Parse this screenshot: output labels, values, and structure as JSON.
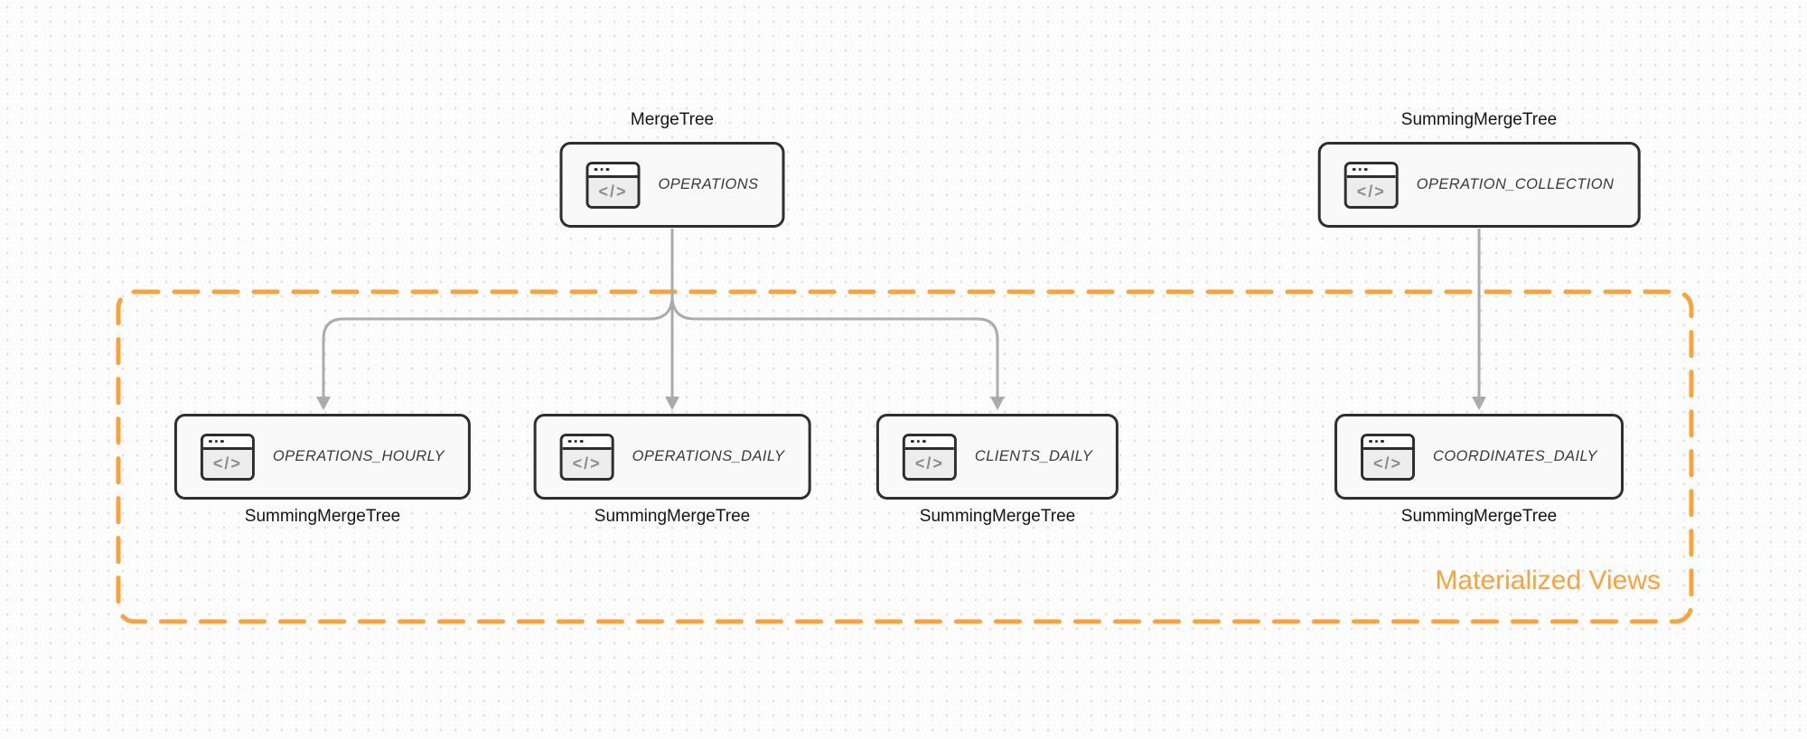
{
  "diagram": {
    "group_label": "Materialized Views",
    "icon_glyph": "</>",
    "nodes": [
      {
        "name": "OPERATIONS",
        "engine": "MergeTree",
        "engine_position": "above",
        "icon": "code-window"
      },
      {
        "name": "OPERATION_COLLECTION",
        "engine": "SummingMergeTree",
        "engine_position": "above",
        "icon": "code-window"
      },
      {
        "name": "OPERATIONS_HOURLY",
        "engine": "SummingMergeTree",
        "engine_position": "below",
        "icon": "code-window"
      },
      {
        "name": "OPERATIONS_DAILY",
        "engine": "SummingMergeTree",
        "engine_position": "below",
        "icon": "code-window"
      },
      {
        "name": "CLIENTS_DAILY",
        "engine": "SummingMergeTree",
        "engine_position": "below",
        "icon": "code-window"
      },
      {
        "name": "COORDINATES_DAILY",
        "engine": "SummingMergeTree",
        "engine_position": "below",
        "icon": "code-window"
      }
    ],
    "edges": [
      {
        "from": "OPERATIONS",
        "to": "OPERATIONS_HOURLY"
      },
      {
        "from": "OPERATIONS",
        "to": "OPERATIONS_DAILY"
      },
      {
        "from": "OPERATIONS",
        "to": "CLIENTS_DAILY"
      },
      {
        "from": "OPERATION_COLLECTION",
        "to": "COORDINATES_DAILY"
      }
    ],
    "colors": {
      "accent_orange": "#F8A33C",
      "arrow_gray": "#ABABAB",
      "node_border": "#2E2E2E",
      "node_fill": "#F9F9F9",
      "node_text": "#3A3A3A",
      "engine_label_text": "#141414",
      "background": "#FCFCFC",
      "grid_dot": "#E3E3E3"
    }
  }
}
